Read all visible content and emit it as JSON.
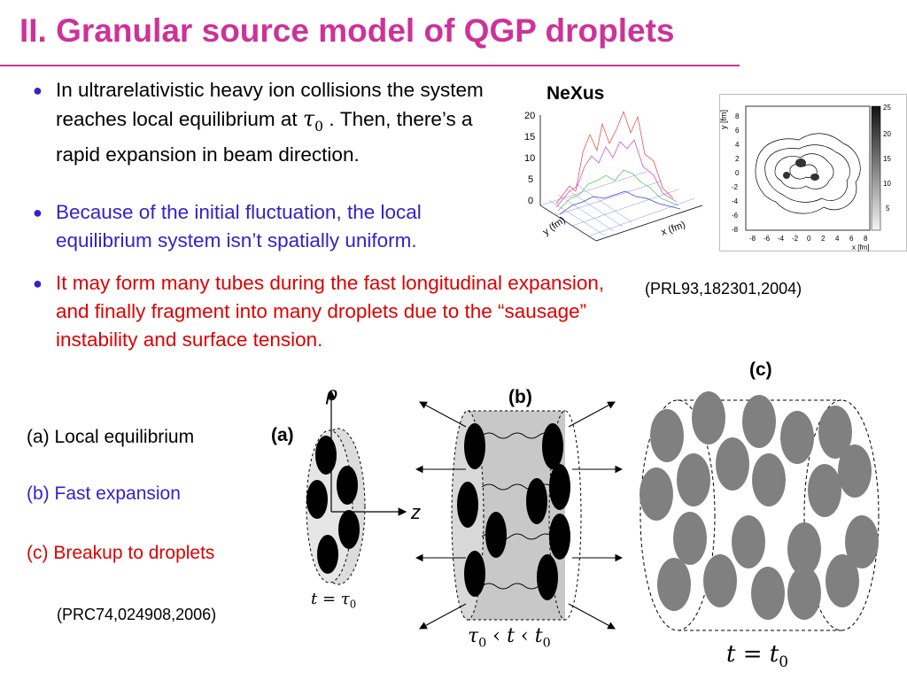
{
  "slide": {
    "title": "II. Granular source model of QGP droplets",
    "bullets": [
      {
        "text_before": "In ultrarelativistic heavy ion collisions the system reaches local equilibrium at ",
        "math": "τ",
        "sub": "0",
        "text_after": " . Then, there’s a rapid expansion in beam direction.",
        "color": "#000000"
      },
      {
        "text": "Because of the initial fluctuation, the local equilibrium system isn’t spatially uniform.",
        "color": "#3322cc"
      },
      {
        "text": "It may form many tubes during the fast longitudinal expansion, and finally fragment into many droplets due to the “sausage” instability and surface tension.",
        "color": "#dd0000"
      }
    ],
    "nexus": {
      "label": "NeXus",
      "surface_axis": {
        "z_ticks": [
          "20",
          "15",
          "10",
          "5",
          "0"
        ],
        "y_label": "y (fm)",
        "x_label": "x (fm)"
      },
      "contour_axis": {
        "y_label": "y [fm]",
        "x_label": "x [fm]",
        "y_ticks": [
          "8",
          "6",
          "4",
          "2",
          "0",
          "-2",
          "-4",
          "-6",
          "-8"
        ],
        "x_ticks": [
          "-8",
          "-6",
          "-4",
          "-2",
          "0",
          "2",
          "4",
          "6",
          "8"
        ],
        "colorbar_ticks": [
          "25",
          "20",
          "15",
          "10",
          "5"
        ]
      },
      "citation": "(PRL93,182301,2004)"
    },
    "legend": {
      "a": {
        "text": "(a) Local equilibrium",
        "color": "#000000"
      },
      "b": {
        "text": "(b) Fast expansion",
        "color": "#3322cc"
      },
      "c": {
        "text": "(c) Breakup to droplets",
        "color": "#dd0000"
      }
    },
    "citation2": "(PRC74,024908,2006)",
    "diagram": {
      "tag_a": "(a)",
      "tag_b": "(b)",
      "tag_c": "(c)",
      "rho_label": "ρ",
      "z_label": "z",
      "cond_a": {
        "lhs": "t",
        "op": " = ",
        "rhs": "τ",
        "sub": "0"
      },
      "cond_b": {
        "l": "τ",
        "lsub": "0",
        "op1": " ‹ ",
        "mid": "t",
        "op2": " ‹ ",
        "r": "t",
        "rsub": "0"
      },
      "cond_c": {
        "lhs": "t",
        "op": " = ",
        "rhs": "t",
        "sub": "0"
      }
    },
    "colors": {
      "title": "#cc3399",
      "droplet_dark": "#000000",
      "droplet_grey": "#808080",
      "tube_fill": "#c8c8c8"
    }
  }
}
